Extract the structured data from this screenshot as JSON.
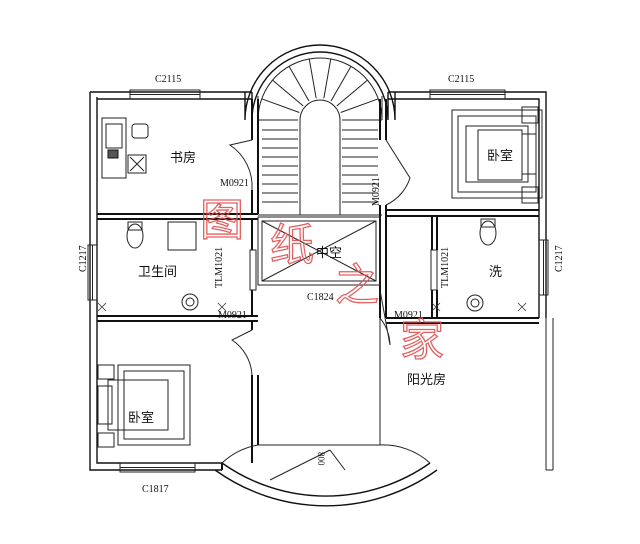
{
  "rooms": {
    "study": "书房",
    "bedroom_top_right": "卧室",
    "bathroom_left": "卫生间",
    "void": "中空",
    "wash": "洗",
    "sunroom": "阳光房",
    "bedroom_bottom_left": "卧室"
  },
  "codes": {
    "window_top_left": "C2115",
    "window_top_right": "C2115",
    "window_left": "C1217",
    "window_right": "C1217",
    "window_void": "C1824",
    "window_bottom": "C1817",
    "door_study": "M0921",
    "door_stair": "M0921",
    "door_bedroom": "M0921",
    "door_wash": "M0921",
    "sliding_left": "TLM1021",
    "sliding_right": "TLM1021",
    "balcony_dim": "800"
  },
  "watermark": [
    "图",
    "纸",
    "之",
    "家"
  ]
}
